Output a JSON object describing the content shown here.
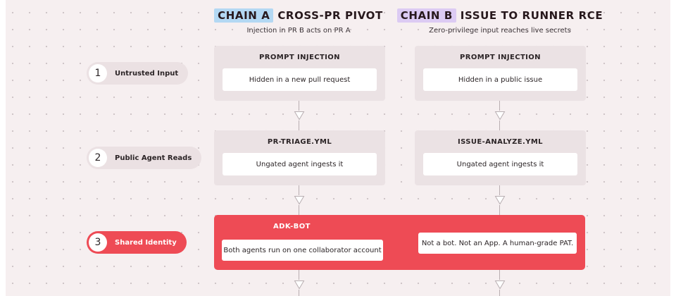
{
  "chains": [
    {
      "tag": "CHAIN A",
      "title": "CROSS-PR PIVOT",
      "subtitle": "Injection in PR B acts on PR A"
    },
    {
      "tag": "CHAIN B",
      "title": "ISSUE TO RUNNER RCE",
      "subtitle": "Zero-privilege input reaches live secrets"
    }
  ],
  "steps": [
    {
      "number": "1",
      "label": "Untrusted Input"
    },
    {
      "number": "2",
      "label": "Public Agent Reads"
    },
    {
      "number": "3",
      "label": "Shared Identity"
    }
  ],
  "rows": [
    {
      "a": {
        "title": "PROMPT INJECTION",
        "text": "Hidden in a new pull request"
      },
      "b": {
        "title": "PROMPT INJECTION",
        "text": "Hidden in a public issue"
      }
    },
    {
      "a": {
        "title": "PR-TRIAGE.YML",
        "text": "Ungated agent ingests it"
      },
      "b": {
        "title": "ISSUE-ANALYZE.YML",
        "text": "Ungated agent ingests it"
      }
    }
  ],
  "shared": {
    "title": "ADK-BOT",
    "left_text": "Both agents run on one collaborator account",
    "right_text": "Not a bot. Not an App. A human-grade PAT."
  },
  "colors": {
    "chain_a_highlight": "#b3d8f3",
    "chain_b_highlight": "#dccbf3",
    "alert_red": "#ee4b55",
    "card_bg": "#ebe2e4",
    "background": "#f6eff0"
  },
  "icons": {
    "connector": "down-triangle-arrow-icon"
  }
}
